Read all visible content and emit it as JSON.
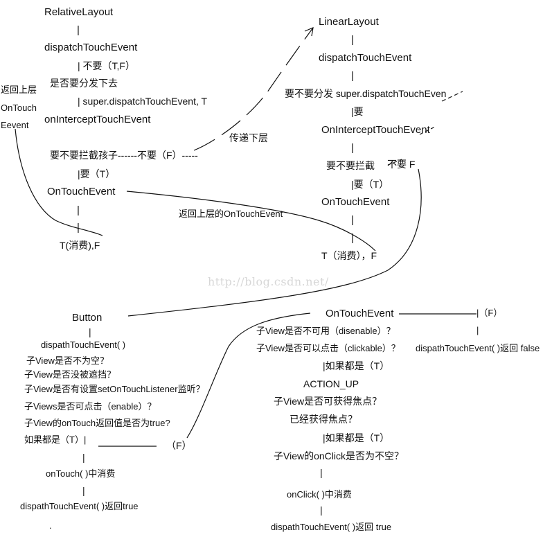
{
  "watermark": "http://blog.csdn.net/",
  "relative_layout": {
    "title": "RelativeLayout",
    "bar1": "|",
    "dispatch": "dispatchTouchEvent",
    "no_tf": "| 不要（T,F）",
    "whether_dispatch": "是否要分发下去",
    "super_dispatch": "| super.dispatchTouchEvent, T",
    "intercept": "onInterceptTouchEvent",
    "intercept_child": "要不要拦截孩子------不要（F）-----",
    "yes_t": "|要（T）",
    "on_touch": "OnTouchEvent",
    "bar2": "|",
    "bar3": "|",
    "consume": "T(消费),F"
  },
  "return_upper_ontouch_event": {
    "line1": "返回上层",
    "line2": "OnTouch",
    "line3": "Eevent"
  },
  "pass_down": "传递下层",
  "return_upper_label": "返回上层的OnTouchEvent",
  "linear_layout": {
    "title": "LinearLayout",
    "bar1": "|",
    "dispatch": "dispatchTouchEvent",
    "bar2": "|",
    "whether_dispatch": "要不要分发 super.dispatchTouchEven",
    "yes": "|要",
    "intercept": "OnInterceptTouchEvent",
    "bar3": "|",
    "whether_intercept": "要不要拦截",
    "no_f": "不要   F",
    "yes_t": "|要（T）",
    "on_touch": "OnTouchEvent",
    "bar4": "|",
    "bar5": "|",
    "consume": "T（消费），F"
  },
  "button": {
    "title": "Button",
    "bar1": "|",
    "dispatch": "dispathTouchEvent( )",
    "check1": "子View是否不为空？",
    "check2": "子View是否没被遮挡？",
    "check3": "子View是否有设置setOnTouchListener监听？",
    "check4": "子Views是否可点击（enable）？",
    "check5": "子View的onTouch返回值是否为true?",
    "if_all": "如果都是（T）|",
    "f_label": "（F）",
    "bar2": "|",
    "consume": "onTouch( )中消费",
    "bar3": "|",
    "return_true": "dispathTouchEvent( )返回true",
    "dot": "."
  },
  "ontouch_event_block": {
    "title": "OnTouchEvent",
    "f_right": "|（F）",
    "bar_right": "|",
    "return_false": "dispathTouchEvent( )返回  false",
    "check1": "子View是否不可用（disenable）？",
    "check2": "子View是否可以点击（clickable）？",
    "if_all1": "|如果都是（T）",
    "action_up": "ACTION_UP",
    "check3": "子View是否可获得焦点？",
    "check4": "已经获得焦点？",
    "if_all2": "|如果都是（T）",
    "check5": "子View的onClick是否为不空？",
    "bar1": "|",
    "consume": "onClick( )中消费",
    "bar2": "|",
    "return_true": "dispathTouchEvent( )返回 true"
  }
}
